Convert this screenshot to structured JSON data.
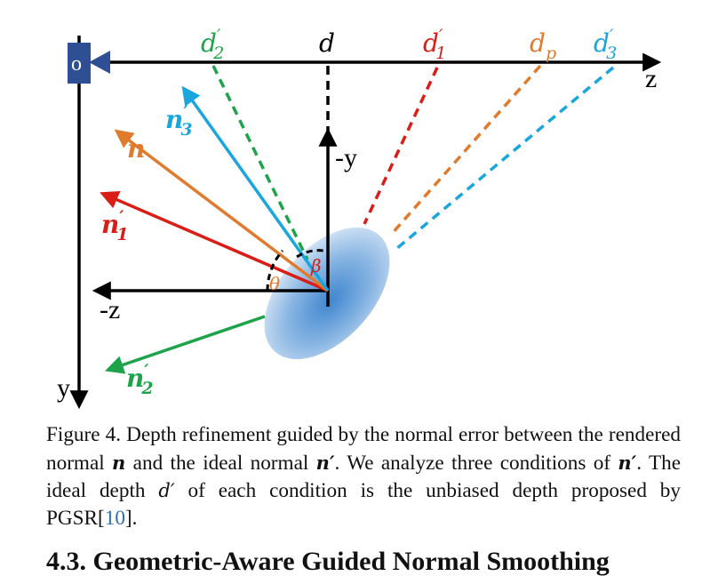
{
  "axes": {
    "origin": "o",
    "z": "z",
    "neg_z": "-z",
    "y": "y",
    "neg_y": "-y"
  },
  "depths": {
    "d": "d",
    "d2_base": "d",
    "d2_sub": "2",
    "d2_prime": "′",
    "d1_base": "d",
    "d1_sub": "1",
    "d1_prime": "′",
    "dp_base": "d",
    "dp_sub": "p",
    "d3_base": "d",
    "d3_sub": "3",
    "d3_prime": "′"
  },
  "normals": {
    "n": "n",
    "n1_base": "n",
    "n1_sub": "1",
    "n1_prime": "′",
    "n2_base": "n",
    "n2_sub": "2",
    "n2_prime": "′",
    "n3_base": "n",
    "n3_sub": "3",
    "n3_prime": "′"
  },
  "angles": {
    "theta": "θ",
    "beta": "β"
  },
  "colors": {
    "axis": "#000000",
    "camera": "#2e4f94",
    "green": "#1ea34a",
    "red": "#d91e18",
    "orange": "#e07b2e",
    "cyan": "#1aa6dc",
    "ellipse_dark": "#3f86cf",
    "ellipse_light": "#dbe9f7",
    "theta_color": "#e07b2e",
    "beta_color": "#d91e18",
    "cite": "#2a6fb0"
  },
  "caption": {
    "p1": "Figure 4.  Depth refinement guided by the normal error between the rendered normal ",
    "n": "n",
    "p2": " and the ideal normal ",
    "nprime": "n′",
    "p3": ". We analyze three conditions of ",
    "nprime2": "n′",
    "p4": ". The ideal depth ",
    "dprime": "d′",
    "p5": " of each condition is the unbiased depth proposed by PGSR[",
    "cite": "10",
    "p6": "]."
  },
  "cutoff_heading": "4.3. Geometric-Aware Guided Normal Smoothing"
}
